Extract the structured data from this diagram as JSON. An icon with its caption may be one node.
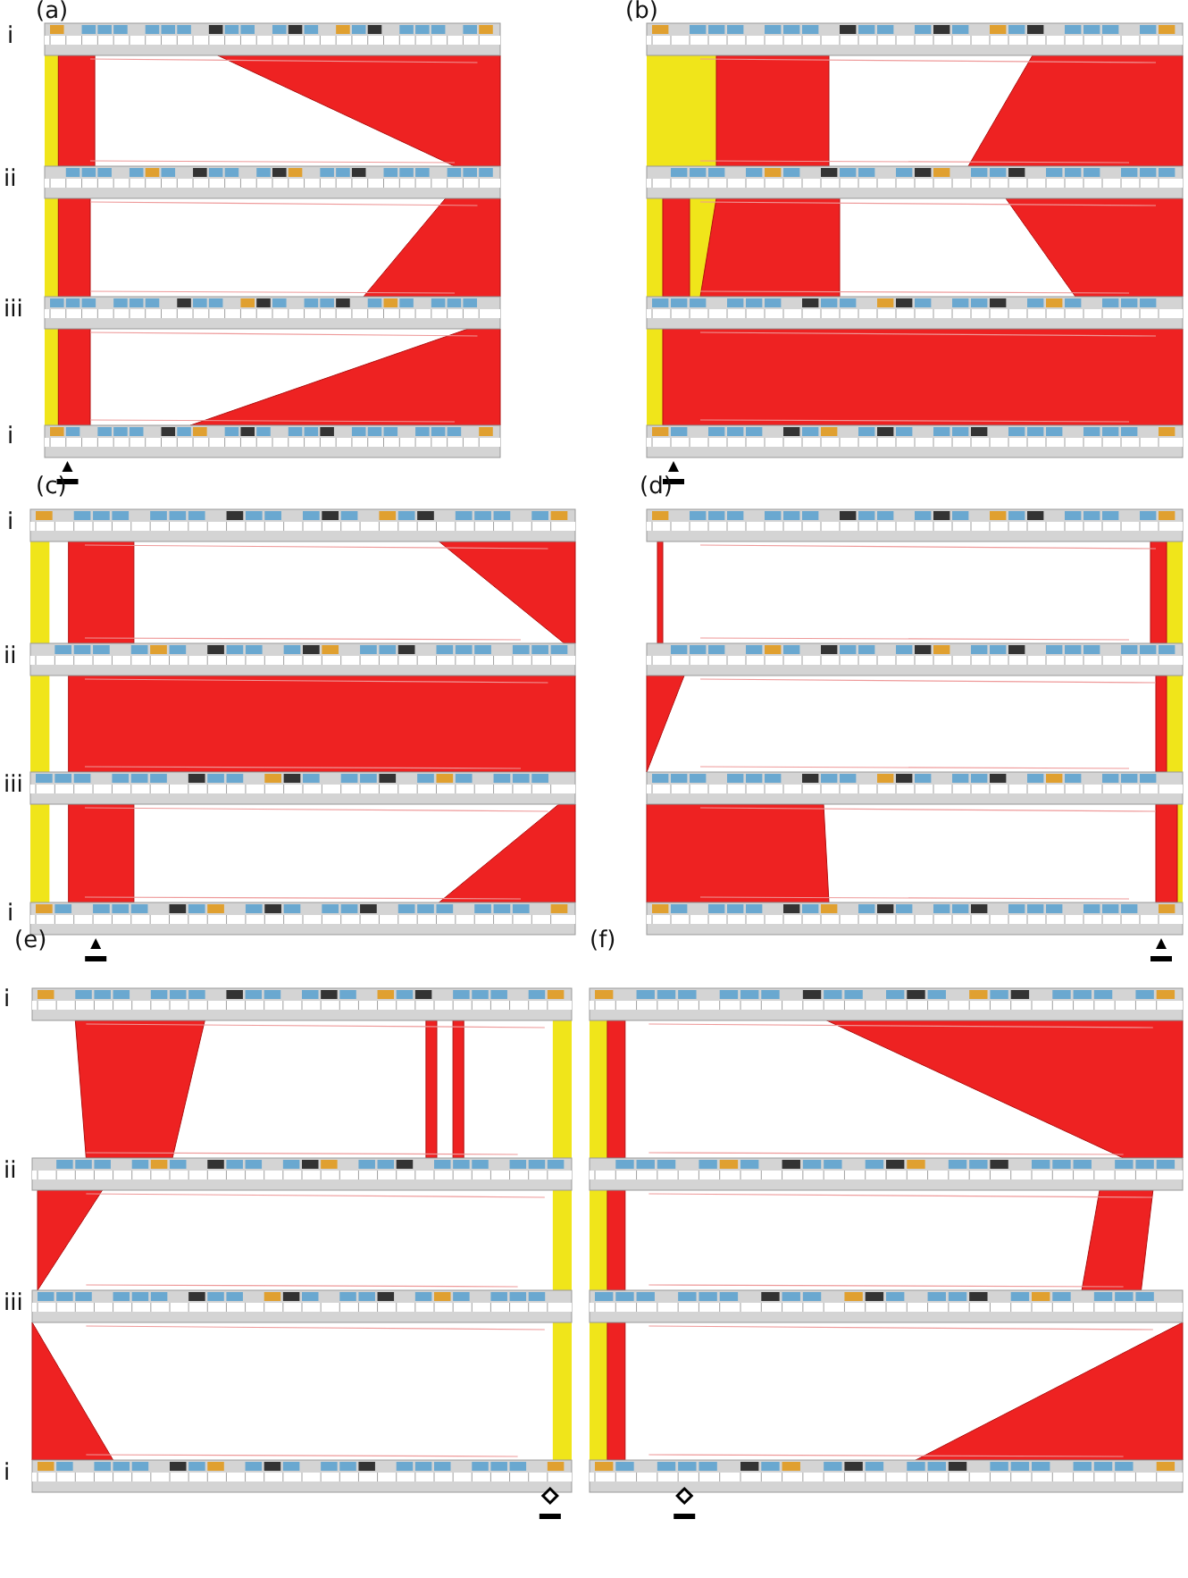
{
  "diagram": {
    "labels": [
      "(a)",
      "i",
      "ii",
      "iii",
      "i",
      "(b)",
      "(c)",
      "i",
      "ii",
      "iii",
      "i",
      "(d)",
      "(e)",
      "i",
      "ii",
      "iii",
      "i",
      "(f)"
    ]
  }
}
